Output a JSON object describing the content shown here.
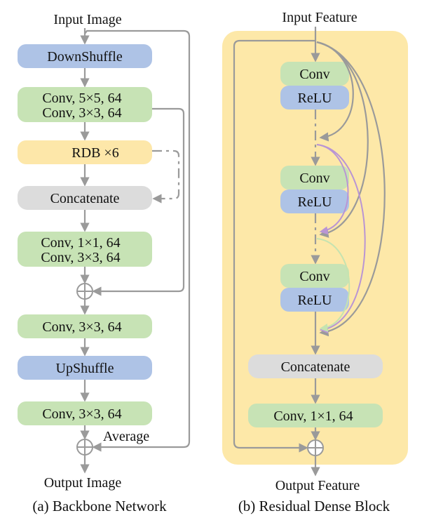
{
  "backbone": {
    "input_label": "Input Image",
    "output_label": "Output Image",
    "average_label": "Average",
    "caption": "(a) Backbone Network",
    "blocks": {
      "downshuffle": "DownShuffle",
      "conv_a_line1": "Conv, 5×5, 64",
      "conv_a_line2": "Conv, 3×3, 64",
      "rdb": "RDB ×6",
      "concat": "Concatenate",
      "conv_b_line1": "Conv, 1×1, 64",
      "conv_b_line2": "Conv, 3×3, 64",
      "conv_c": "Conv, 3×3, 64",
      "upshuffle": "UpShuffle",
      "conv_d": "Conv, 3×3, 64"
    }
  },
  "rdb": {
    "input_label": "Input Feature",
    "output_label": "Output Feature",
    "caption": "(b) Residual Dense Block",
    "conv1": "Conv",
    "relu1": "ReLU",
    "conv2": "Conv",
    "relu2": "ReLU",
    "conv3": "Conv",
    "relu3": "ReLU",
    "concat": "Concatenate",
    "conv_final": "Conv, 1×1, 64"
  },
  "colors": {
    "shuffle_block": "#aec3e6",
    "conv_block": "#c7e3b5",
    "rdb_block": "#fde7a9",
    "concat_block": "#dcdcdc",
    "rdb_background": "#fde8a8",
    "arrow": "#9a9a9a",
    "dense_link_purple": "#b995d4",
    "dense_link_green": "#c5e3b0"
  }
}
